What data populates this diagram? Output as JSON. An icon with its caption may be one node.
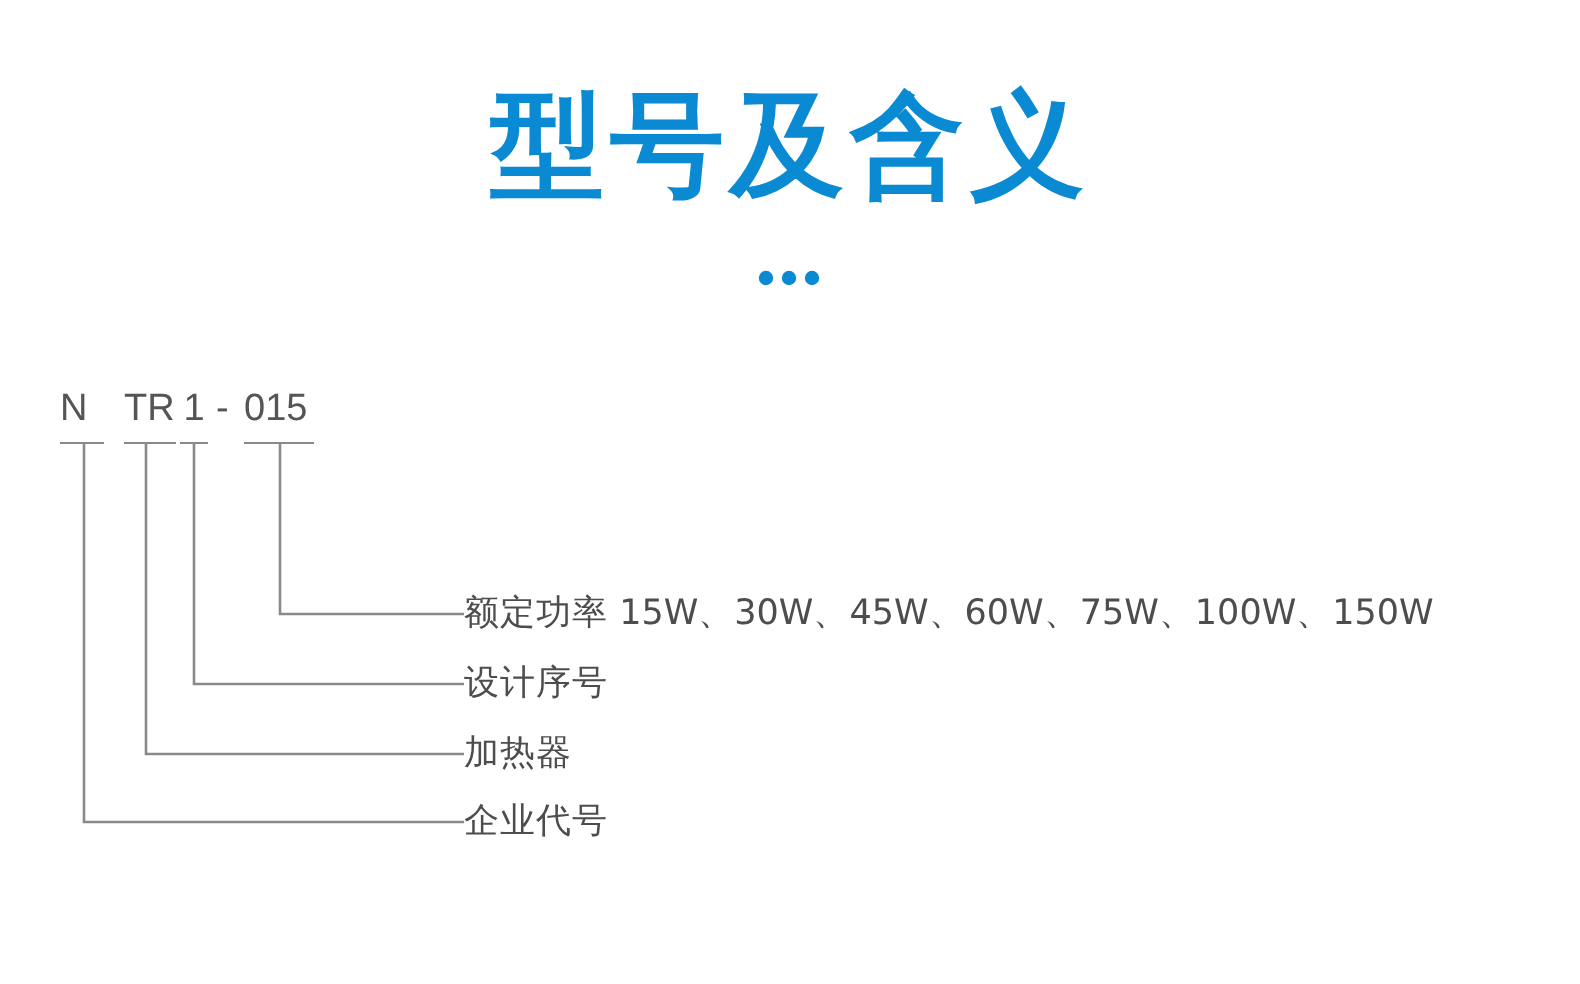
{
  "diagram": {
    "title": "型号及含义",
    "nodes": [
      {
        "text": [
          "N"
        ]
      },
      {
        "text": [
          "TR"
        ]
      },
      {
        "text": [
          "1"
        ]
      },
      {
        "text": [
          "015"
        ]
      },
      {
        "text": [
          "额定功率 15W、30W、45W、60W、75W、100W、150W"
        ]
      },
      {
        "text": [
          "设计序号"
        ]
      },
      {
        "text": [
          "加热器"
        ]
      },
      {
        "text": [
          "企业代号"
        ]
      }
    ],
    "edges": [
      {
        "from": 3,
        "to": 4,
        "arrow": "none"
      },
      {
        "from": 2,
        "to": 5,
        "arrow": "none"
      },
      {
        "from": 1,
        "to": 6,
        "arrow": "none"
      },
      {
        "from": 0,
        "to": 7,
        "arrow": "none"
      }
    ],
    "labels": [
      "-"
    ]
  }
}
